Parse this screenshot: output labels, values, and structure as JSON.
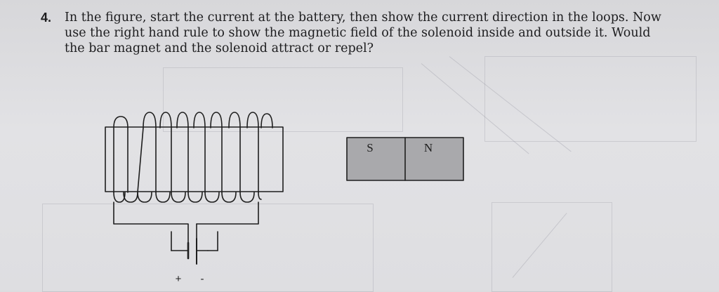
{
  "question": {
    "number": "4.",
    "text": "In the figure, start the current at the battery, then show the current direction in the loops. Now use the right hand rule to show the magnetic field of the solenoid inside and outside it. Would the bar magnet and the solenoid attract or repel?"
  },
  "magnet": {
    "left_pole": "S",
    "right_pole": "N",
    "fill_color": "#a9a9ac"
  },
  "battery": {
    "positive_label": "+",
    "negative_label": "-"
  },
  "colors": {
    "ink": "#1d1d1f",
    "paper": "#dcdcdf"
  }
}
